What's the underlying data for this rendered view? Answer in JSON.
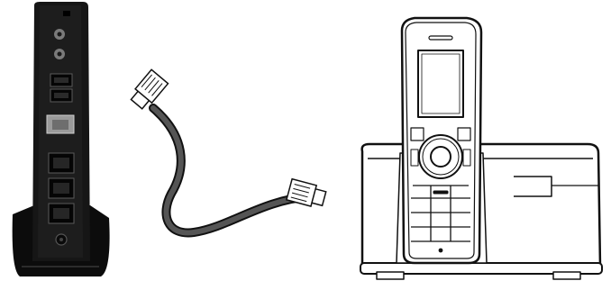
{
  "scene": {
    "modem": {
      "name": "modem-gateway",
      "color": "#141414"
    },
    "cable": {
      "name": "ethernet-cable",
      "color": "#4a4a4a"
    },
    "phone": {
      "name": "cordless-phone",
      "color": "#ffffff",
      "outline": "#111111"
    },
    "icons": [
      "coax-connector-icon",
      "phone-jack-icon",
      "ethernet-port-icon",
      "power-button-icon",
      "rj45-plug-icon",
      "navigation-ring-icon"
    ]
  }
}
